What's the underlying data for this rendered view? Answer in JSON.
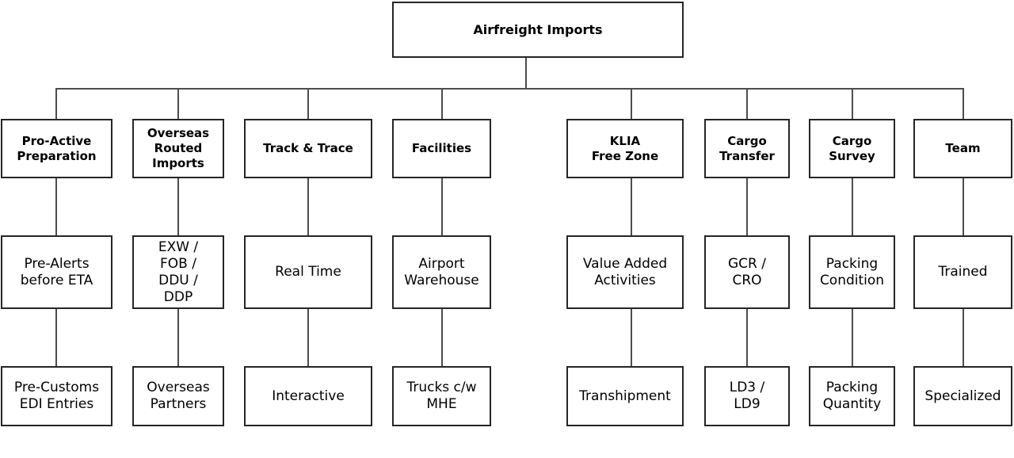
{
  "diagram": {
    "title": "Airfreight Imports",
    "columns": [
      {
        "header": "Pro-Active\nPreparation",
        "children": [
          "Pre-Alerts\nbefore ETA",
          "Pre-Customs\nEDI Entries"
        ]
      },
      {
        "header": "Overseas\nRouted\nImports",
        "children": [
          "EXW /\nFOB /\nDDU /\nDDP",
          "Overseas\nPartners"
        ]
      },
      {
        "header": "Track & Trace",
        "children": [
          "Real Time",
          "Interactive"
        ]
      },
      {
        "header": "Facilities",
        "children": [
          "Airport\nWarehouse",
          "Trucks c/w\nMHE"
        ]
      },
      {
        "header": "KLIA\nFree Zone",
        "children": [
          "Value Added\nActivities",
          "Transhipment"
        ]
      },
      {
        "header": "Cargo\nTransfer",
        "children": [
          "GCR /\nCRO",
          "LD3 /\nLD9"
        ]
      },
      {
        "header": "Cargo\nSurvey",
        "children": [
          "Packing\nCondition",
          "Packing\nQuantity"
        ]
      },
      {
        "header": "Team",
        "children": [
          "Trained",
          "Specialized"
        ]
      }
    ],
    "colors": {
      "background": "#ffffff",
      "box_fill": "#ffffff",
      "box_border": "#262626",
      "connector": "#4d4d4d",
      "text": "#000000"
    }
  }
}
